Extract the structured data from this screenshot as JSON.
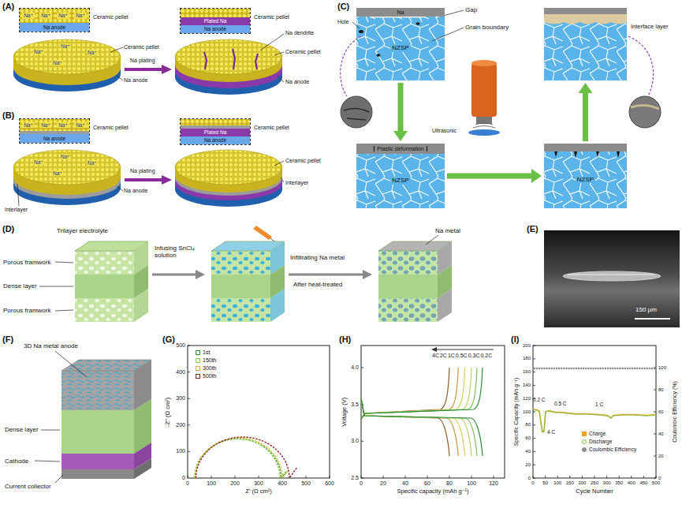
{
  "diagram": {
    "nodes": [
      {
        "text": [
          "Na⁺",
          "Na⁺",
          "Na⁺",
          "Na⁺",
          "Na anode"
        ]
      },
      {
        "text": [
          "Plated Na",
          "Na anode"
        ]
      },
      {
        "text": [
          "Na⁺",
          "Na⁺",
          "Na⁺",
          "Na⁺",
          "Na anode"
        ]
      },
      {
        "text": [
          "Plated Na",
          "Na anode"
        ]
      },
      {
        "text": [
          "Na",
          "NZSP"
        ]
      },
      {
        "text": [
          "Interface layer"
        ]
      },
      {
        "text": [
          "Plastic deformation",
          "NZSP"
        ]
      },
      {
        "text": [
          "NZSP"
        ]
      }
    ],
    "edges": [
      {
        "from": 4,
        "to": 6,
        "arrow": "to"
      },
      {
        "from": 6,
        "to": 7,
        "arrow": "to"
      },
      {
        "from": 7,
        "to": 5,
        "arrow": "to"
      }
    ],
    "labels": [
      "(A)",
      "(B)",
      "(C)",
      "(D)",
      "(E)",
      "(F)",
      "(G)",
      "(H)",
      "(I)",
      "Ceramic pellet",
      "Na⁺",
      "Na⁺",
      "Na⁺",
      "Na⁺",
      "Ceramic pellet",
      "Na anode",
      "Na plating",
      "Ceramic pellet",
      "Na dendrite",
      "Ceramic pellet",
      "Na anode",
      "Ceramic pellet",
      "Na⁺",
      "Na⁺",
      "Na⁺",
      "Na⁺",
      "Interlayer",
      "Na anode",
      "Na plating",
      "Ceramic pellet",
      "Interlayer",
      "Ceramic pellet",
      "Gap",
      "Grain boundary",
      "Hole",
      "Ultrasonic",
      "Trilayer electrolyte",
      "Porous framwork",
      "Dense layer",
      "Porous framwork",
      "Infusing SnCl₄ solution",
      "Na metal",
      "Infiltrating Na metal",
      "After heat-treated",
      "150 μm",
      "3D Na metal anode",
      "Dense layer",
      "Cathode",
      "Current collector",
      "-Z'' (Ω cm²)",
      "Z' (Ω cm²)",
      "0",
      "100",
      "200",
      "300",
      "400",
      "500",
      "600",
      "0",
      "100",
      "200",
      "300",
      "400",
      "500",
      "Voltage (V)",
      "Specific capacity (mAh g⁻¹)",
      "0",
      "20",
      "40",
      "60",
      "80",
      "100",
      "120",
      "2.5",
      "3.0",
      "3.5",
      "4.0",
      "4C",
      "2C",
      "1C",
      "0.5C",
      "0.3C",
      "0.2C",
      "Specific Capacity (mAh g⁻¹)",
      "Coulombic Efficiency (%)",
      "Cycle Number",
      "0",
      "50",
      "100",
      "150",
      "200",
      "250",
      "300",
      "350",
      "400",
      "450",
      "500",
      "0",
      "20",
      "40",
      "60",
      "80",
      "100",
      "120",
      "140",
      "160",
      "180",
      "200",
      "0",
      "20",
      "40",
      "60",
      "80",
      "100",
      "0.2 C",
      "0.5 C",
      "1 C",
      "4 C"
    ],
    "legend": [
      {
        "text": "1st"
      },
      {
        "text": "150th"
      },
      {
        "text": "300th"
      },
      {
        "text": "500th"
      },
      {
        "text": "Charge"
      },
      {
        "text": "Discharge"
      },
      {
        "text": "Coulombic Efficiency"
      }
    ]
  }
}
